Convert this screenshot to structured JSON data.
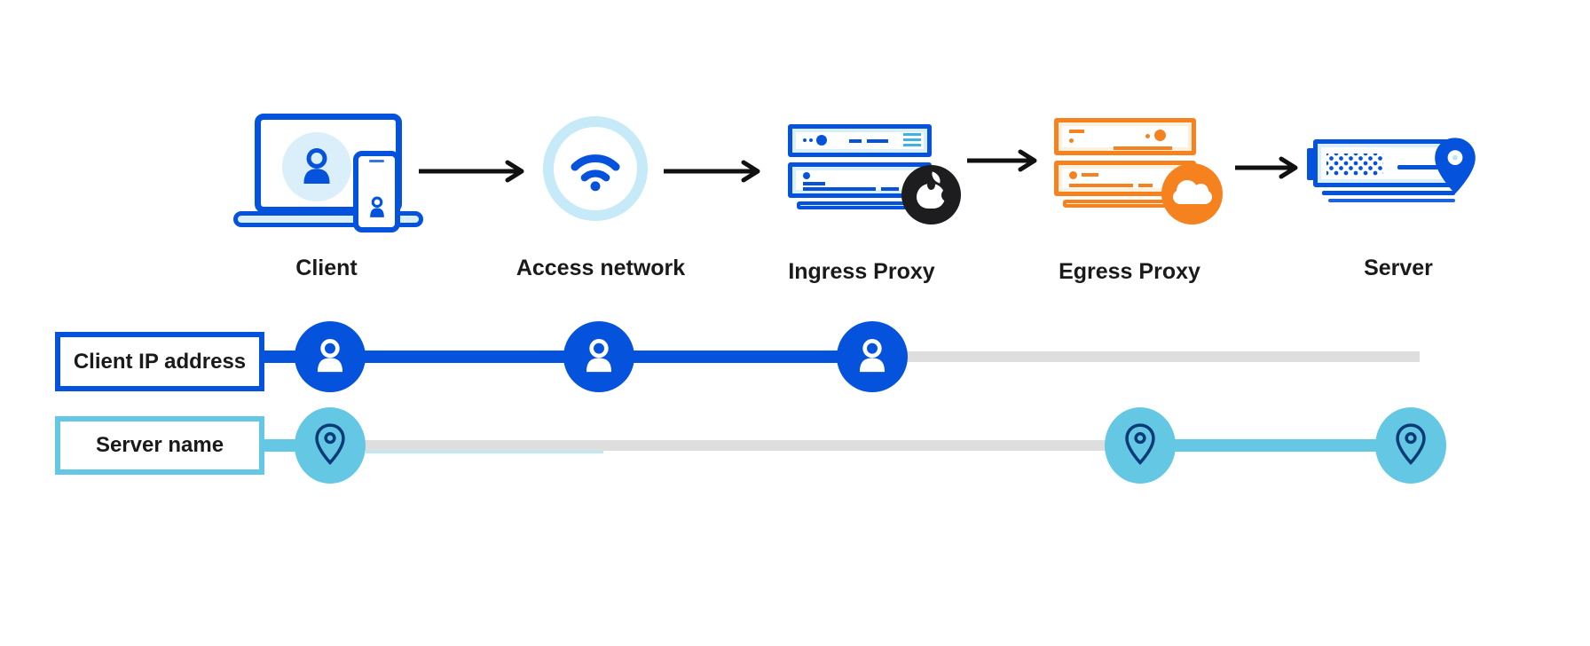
{
  "palette": {
    "primary_blue": "#0553DC",
    "sky_blue": "#64C8E4",
    "pale_blue": "#D9F0FB",
    "wifi_ring": "#C7EAF8",
    "navy": "#0A3B78",
    "orange": "#F6821F",
    "cream": "#FDF1DE",
    "track_gray": "#DEDEDE",
    "cyan_detail": "#3FB2E5",
    "text_black": "#1A1A1A",
    "badge_black": "#1D1D1F",
    "arrow_black": "#111111"
  },
  "flow": {
    "nodes": [
      {
        "id": "client",
        "label": "Client",
        "icon": "laptop-phone-user-icon"
      },
      {
        "id": "access-network",
        "label": "Access network",
        "icon": "wifi-icon"
      },
      {
        "id": "ingress-proxy",
        "label": "Ingress Proxy",
        "icon": "server-rack-blue-icon",
        "badge": "apple-logo"
      },
      {
        "id": "egress-proxy",
        "label": "Egress Proxy",
        "icon": "server-rack-orange-icon",
        "badge": "cloudflare-logo"
      },
      {
        "id": "server",
        "label": "Server",
        "icon": "server-location-pin-icon"
      }
    ],
    "edges": [
      {
        "from": "client",
        "to": "access-network"
      },
      {
        "from": "access-network",
        "to": "ingress-proxy"
      },
      {
        "from": "ingress-proxy",
        "to": "egress-proxy"
      },
      {
        "from": "egress-proxy",
        "to": "server"
      }
    ]
  },
  "tracks": [
    {
      "label": "Client IP address",
      "marker_icon": "user-icon",
      "color": "#0553DC",
      "visible_at": [
        "client",
        "access-network",
        "ingress-proxy"
      ]
    },
    {
      "label": "Server name",
      "marker_icon": "location-pin-icon",
      "color": "#64C8E4",
      "visible_at": [
        "client",
        "egress-proxy",
        "server"
      ]
    }
  ]
}
